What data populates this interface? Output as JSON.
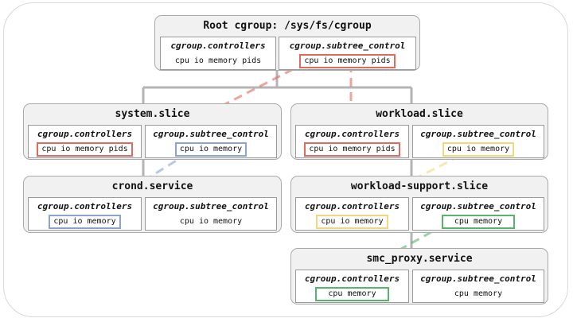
{
  "colors": {
    "red": "#e06b5c",
    "blue": "#8aa4d2",
    "yellow": "#f2d77e",
    "green": "#58b46c",
    "tree": "#b4b4b4"
  },
  "nodes": {
    "root": {
      "title": "Root cgroup: /sys/fs/cgroup",
      "controllers": {
        "header": "cgroup.controllers",
        "value": "cpu io memory pids"
      },
      "subtree": {
        "header": "cgroup.subtree_control",
        "value": "cpu io memory pids"
      }
    },
    "system": {
      "title": "system.slice",
      "controllers": {
        "header": "cgroup.controllers",
        "value": "cpu io memory pids"
      },
      "subtree": {
        "header": "cgroup.subtree_control",
        "value": "cpu io memory"
      }
    },
    "workload": {
      "title": "workload.slice",
      "controllers": {
        "header": "cgroup.controllers",
        "value": "cpu io memory pids"
      },
      "subtree": {
        "header": "cgroup.subtree_control",
        "value": "cpu io memory"
      }
    },
    "crond": {
      "title": "crond.service",
      "controllers": {
        "header": "cgroup.controllers",
        "value": "cpu io memory"
      },
      "subtree": {
        "header": "cgroup.subtree_control",
        "value": "cpu io memory"
      }
    },
    "support": {
      "title": "workload-support.slice",
      "controllers": {
        "header": "cgroup.controllers",
        "value": "cpu io memory"
      },
      "subtree": {
        "header": "cgroup.subtree_control",
        "value": "cpu memory"
      }
    },
    "smc": {
      "title": "smc_proxy.service",
      "controllers": {
        "header": "cgroup.controllers",
        "value": "cpu memory"
      },
      "subtree": {
        "header": "cgroup.subtree_control",
        "value": "cpu memory"
      }
    }
  }
}
